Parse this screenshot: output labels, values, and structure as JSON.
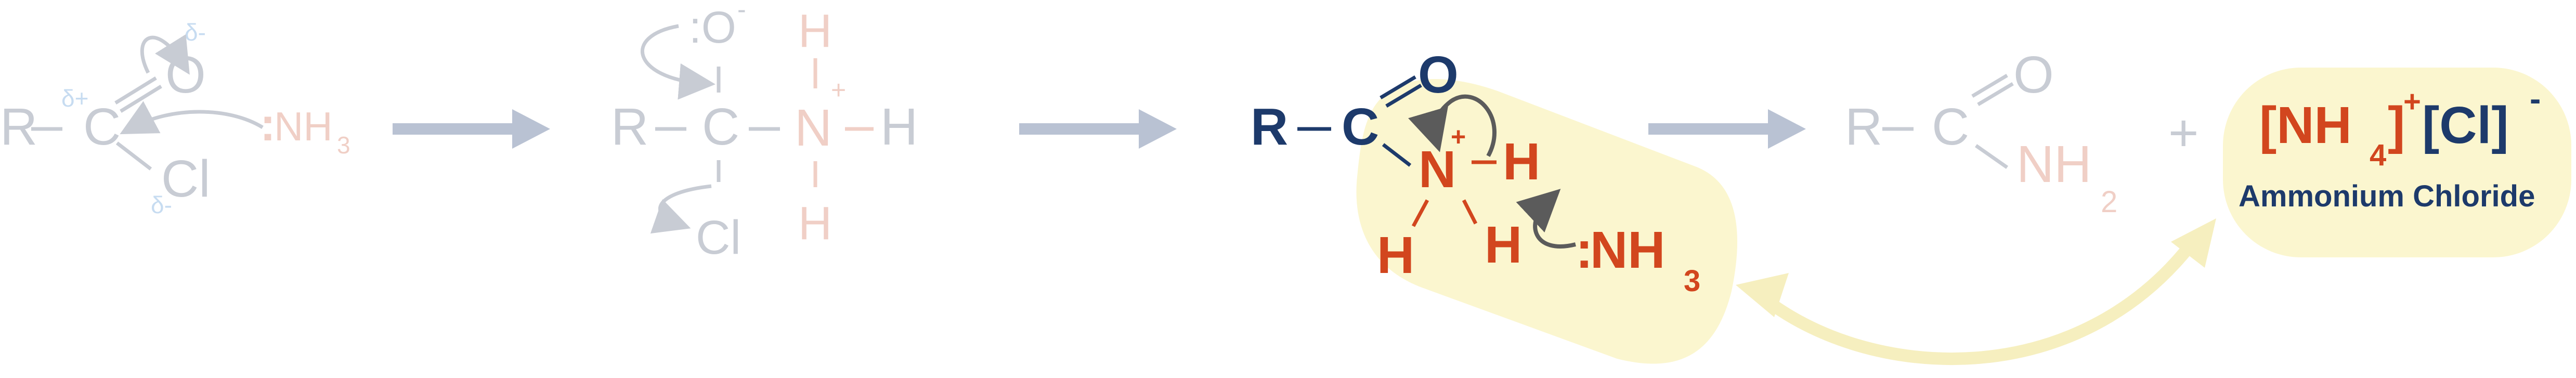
{
  "colors": {
    "faded_grey": "#c8ccd4",
    "faded_blue": "#c7dcf1",
    "faded_red": "#f0cfc6",
    "navy": "#1d3a6b",
    "orange_red": "#d2461e",
    "arrow_grey": "#5b5b5b",
    "reaction_arrow": "#b9c2d3",
    "highlight": "#fbf6cf",
    "highlight_arrow": "#f6efbf"
  },
  "step1": {
    "r": "R",
    "c": "C",
    "o": "O",
    "cl": "Cl",
    "delta_plus": "δ+",
    "delta_minus_o": "δ-",
    "delta_minus_cl": "δ-",
    "lone_pair": ":",
    "nh": "NH",
    "sub3": "3"
  },
  "step2": {
    "r": "R",
    "c": "C",
    "o_lone": ":O",
    "o_minus": "-",
    "cl": "Cl",
    "n": "N",
    "n_plus": "+",
    "h_top": "H",
    "h_right": "H",
    "h_bottom": "H"
  },
  "step3": {
    "r": "R",
    "c": "C",
    "o": "O",
    "n": "N",
    "n_plus": "+",
    "h_right": "H",
    "h_left": "H",
    "h_mid": "H",
    "lone_pair": ":",
    "nh": "NH",
    "sub3": "3"
  },
  "step4": {
    "r": "R",
    "c": "C",
    "o": "O",
    "nh": "NH",
    "sub2": "2",
    "plus": "+"
  },
  "salt": {
    "bracket_open": "[NH",
    "sub4": "4",
    "bracket_close": "]",
    "plus": "+",
    "cl": "[Cl]",
    "minus": "-",
    "caption": "Ammonium Chloride"
  }
}
